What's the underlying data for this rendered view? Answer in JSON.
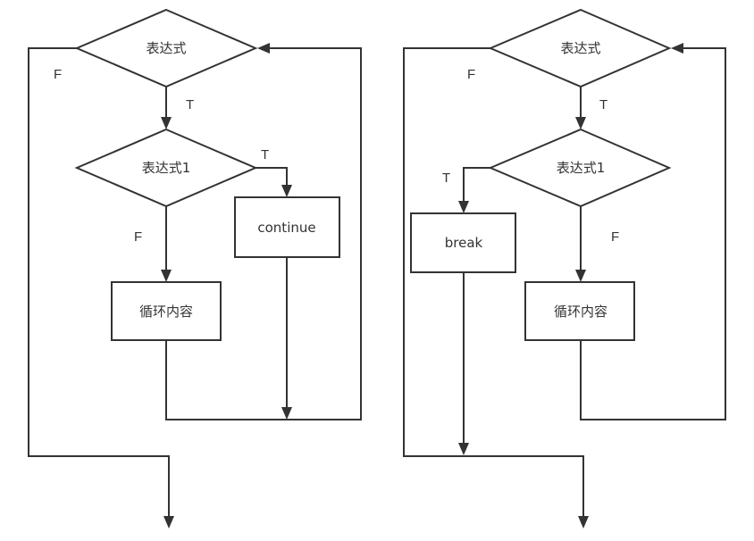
{
  "diagrams": [
    {
      "title": "continue flow",
      "nodes": {
        "condition": "表达式",
        "condition1": "表达式1",
        "action": "continue",
        "body": "循环内容"
      },
      "labels": {
        "cond_false": "F",
        "cond_true": "T",
        "cond1_true": "T",
        "cond1_false": "F"
      }
    },
    {
      "title": "break flow",
      "nodes": {
        "condition": "表达式",
        "condition1": "表达式1",
        "action": "break",
        "body": "循环内容"
      },
      "labels": {
        "cond_false": "F",
        "cond_true": "T",
        "cond1_true": "T",
        "cond1_false": "F"
      }
    }
  ],
  "colors": {
    "stroke": "#333333",
    "background": "#ffffff"
  }
}
